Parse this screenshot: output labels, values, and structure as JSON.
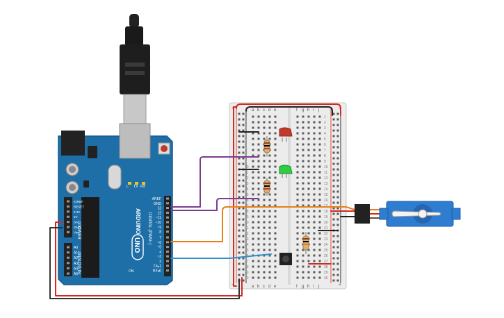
{
  "arduino": {
    "brand": "ARDUINO",
    "model": "UNO",
    "digital_header_title": "DIGITAL (PWM~)",
    "power_header_title": "POWER",
    "analog_header_title": "ANALOG IN",
    "top_labels": [
      "AREF",
      "GND",
      "13",
      "12",
      "~11",
      "~10",
      "~9",
      "8"
    ],
    "bottom_labels": [
      "7",
      "~6",
      "~5",
      "4",
      "~3",
      "2",
      "TX▸1",
      "RX◂0"
    ],
    "power_labels": [
      "IOREF",
      "RESET",
      "3.3V",
      "5V",
      "GND",
      "GND",
      "Vin"
    ],
    "analog_labels": [
      "A0",
      "A1",
      "A2",
      "A3",
      "A4",
      "A5"
    ],
    "led_labels": [
      "L",
      "TX",
      "RX"
    ],
    "power_led_label": "ON"
  },
  "breadboard": {
    "columns_left": [
      "a",
      "b",
      "c",
      "d",
      "e"
    ],
    "columns_right": [
      "f",
      "g",
      "h",
      "i",
      "j"
    ],
    "row_numbers": [
      "1",
      "2",
      "3",
      "4",
      "5",
      "6",
      "7",
      "8",
      "9",
      "10",
      "11",
      "12",
      "13",
      "14",
      "15",
      "16",
      "17",
      "18",
      "19",
      "20",
      "21",
      "22",
      "23",
      "24",
      "25",
      "26",
      "27",
      "28",
      "29",
      "30"
    ],
    "rail_plus": "+",
    "rail_minus": "-"
  },
  "colors": {
    "arduino_blue": "#1e6fa8",
    "wire_red": "#d22a22",
    "wire_black": "#333333",
    "wire_purple": "#7b3c8f",
    "wire_orange": "#e87e1a",
    "wire_blue": "#2f8fc8",
    "led_red": "#c0392b",
    "led_green": "#2ecc40",
    "servo_blue": "#2f7dd1"
  }
}
